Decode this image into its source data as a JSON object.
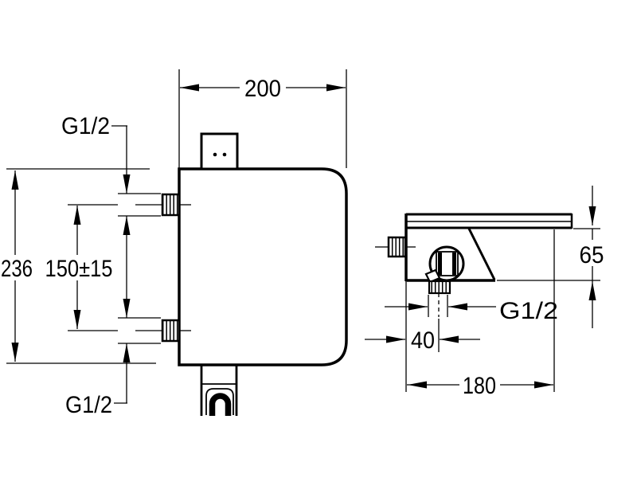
{
  "page": {
    "background": "#ffffff",
    "ink": "#000000"
  },
  "drawing": {
    "kind": "technical-dimension-drawing",
    "subject": "wall-mounted waterfall mixer, front and side views",
    "front_view": {
      "body_width": "200",
      "body_height": "236",
      "inlet_spacing": "150±15",
      "top_inlet_thread": "G1/2",
      "bottom_inlet_thread": "G1/2"
    },
    "side_view": {
      "spout_height": "65",
      "outlet_offset": "40",
      "spout_reach": "180",
      "outlet_thread": "G1/2"
    }
  }
}
